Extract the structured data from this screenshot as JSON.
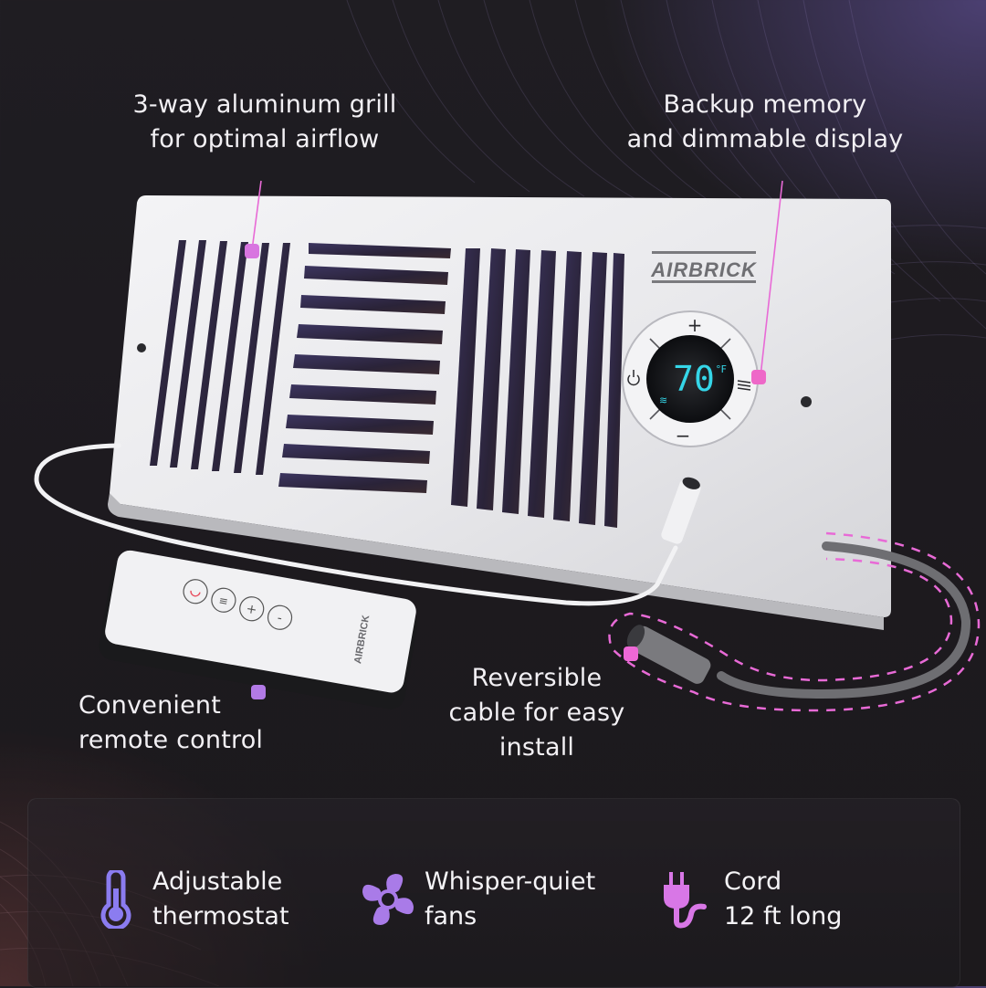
{
  "product": {
    "brand": "AIRBRICK",
    "display_temperature": "70",
    "display_unit": "°F",
    "remote_brand": "AIRBRICK"
  },
  "callouts": {
    "grill": {
      "line1": "3-way aluminum grill",
      "line2": "for optimal airflow"
    },
    "memory": {
      "line1": "Backup memory",
      "line2": "and dimmable display"
    },
    "remote": {
      "line1": "Convenient",
      "line2": "remote control"
    },
    "cable": {
      "line1": "Reversible",
      "line2": "cable for easy",
      "line3": "install"
    }
  },
  "controls": {
    "plus": "+",
    "minus": "−",
    "power": "power",
    "mode": "menu"
  },
  "features": [
    {
      "icon": "thermometer-icon",
      "line1": "Adjustable",
      "line2": "thermostat",
      "color": "#8b7cf0"
    },
    {
      "icon": "fan-icon",
      "line1": "Whisper-quiet",
      "line2": "fans",
      "color": "#a97be8"
    },
    {
      "icon": "plug-icon",
      "line1": "Cord",
      "line2": "12 ft long",
      "color": "#d877e6"
    }
  ],
  "colors": {
    "marker_pink": "#e86ad6",
    "marker_purple": "#b27ae6",
    "display_cyan": "#35d6e8"
  }
}
